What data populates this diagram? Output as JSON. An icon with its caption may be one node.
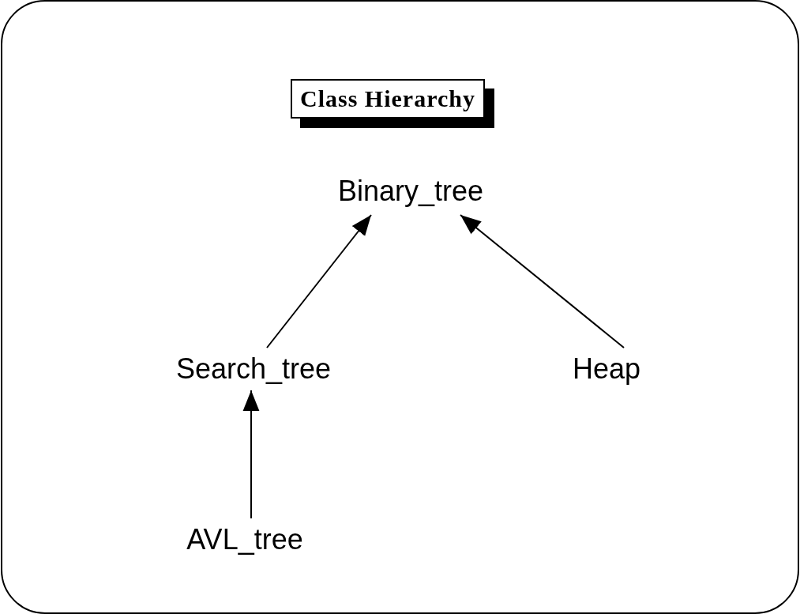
{
  "diagram": {
    "title": "Class Hierarchy",
    "nodes": [
      {
        "text": [
          "Binary_tree"
        ]
      },
      {
        "text": [
          "Search_tree"
        ]
      },
      {
        "text": [
          "Heap"
        ]
      },
      {
        "text": [
          "AVL_tree"
        ]
      }
    ],
    "edges": [
      {
        "from": 1,
        "to": 0,
        "arrow": "to"
      },
      {
        "from": 2,
        "to": 0,
        "arrow": "to"
      },
      {
        "from": 3,
        "to": 1,
        "arrow": "to"
      }
    ]
  }
}
